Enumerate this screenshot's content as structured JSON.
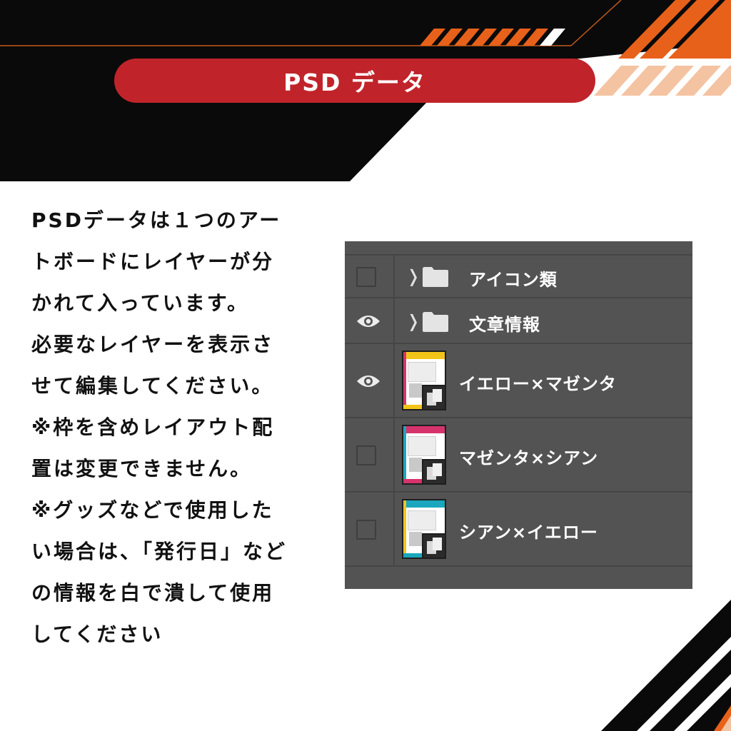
{
  "title": "PSD データ",
  "description_lines": [
    " PSDデータは１つのアー",
    "トボードにレイヤーが分",
    "かれて入っています。",
    "必要なレイヤーを表示さ",
    "せて編集してください。",
    "※枠を含めレイアウト配",
    "置は変更できません。",
    "※グッズなどで使用した",
    "い場合は、「発行日」など",
    "の情報を白で潰して使用",
    "してください"
  ],
  "layers_panel": {
    "layers": [
      {
        "name": "アイコン類",
        "type": "group",
        "visible": false
      },
      {
        "name": "文章情報",
        "type": "group",
        "visible": true
      },
      {
        "name": "イエロー×マゼンタ",
        "type": "artboard",
        "visible": true,
        "accent": "#f2c418"
      },
      {
        "name": "マゼンタ×シアン",
        "type": "artboard",
        "visible": false,
        "accent": "#d6336c"
      },
      {
        "name": "シアン×イエロー",
        "type": "artboard",
        "visible": false,
        "accent": "#1aa7bd"
      }
    ]
  },
  "colors": {
    "brand_red": "#c0242a",
    "orange": "#e8611a",
    "peach": "#f4c3a2",
    "black": "#0a0a0a",
    "panel_gray": "#535353"
  }
}
